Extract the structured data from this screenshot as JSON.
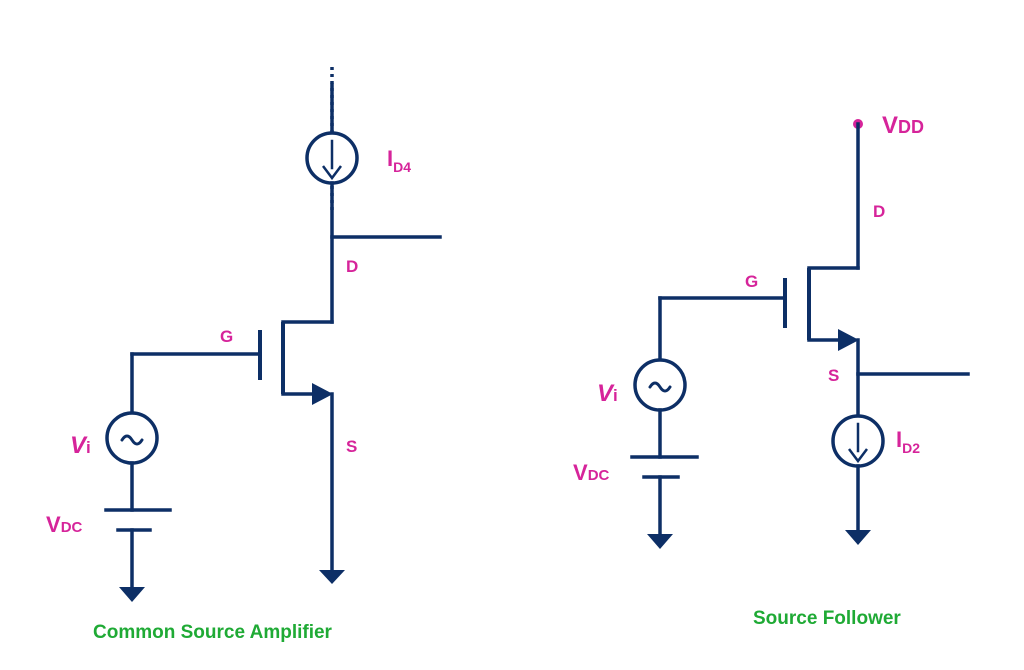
{
  "colors": {
    "wire": "#0d2f66",
    "label": "#d6249a",
    "caption": "#1faa35",
    "background": "#ffffff"
  },
  "common_source": {
    "caption": "Common Source Amplifier",
    "current_source": {
      "main": "I",
      "sub": "D4"
    },
    "drain": "D",
    "gate": "G",
    "source": "S",
    "input_source": {
      "main": "V",
      "sub": "i",
      "icon": "tilde-icon"
    },
    "bias": {
      "main": "V",
      "sub": "DC"
    }
  },
  "source_follower": {
    "caption": "Source Follower",
    "supply": {
      "main": "V",
      "sub": "DD"
    },
    "drain": "D",
    "gate": "G",
    "source": "S",
    "input_source": {
      "main": "V",
      "sub": "i",
      "icon": "tilde-icon"
    },
    "bias": {
      "main": "V",
      "sub": "DC"
    },
    "current_source": {
      "main": "I",
      "sub": "D2"
    }
  }
}
